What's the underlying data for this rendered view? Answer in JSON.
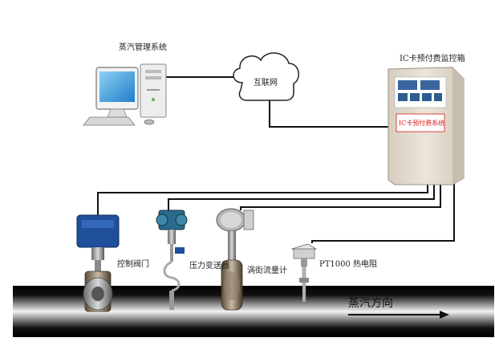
{
  "labels": {
    "steam_system": "蒸汽管理系统",
    "internet": "互联网",
    "ic_box_title": "IC卡预付费监控箱",
    "ic_panel_text": "IC卡预付费系统",
    "control_valve": "控制阀门",
    "pressure_transmitter": "压力变送器",
    "vortex_flowmeter": "涡街流量计",
    "pt1000": "PT1000 热电阻",
    "steam_direction": "蒸汽方向"
  },
  "icons": {
    "computer": "desktop-computer-icon",
    "cloud": "cloud-icon",
    "cabinet": "control-cabinet-icon",
    "valve": "electric-valve-icon",
    "transmitter": "pressure-transmitter-icon",
    "flowmeter": "vortex-flowmeter-icon",
    "thermo": "thermal-resistor-icon",
    "arrow": "arrow-right-icon"
  },
  "colors": {
    "cabinet": "#e4dcd0",
    "panel_label": "#d42020",
    "actuator": "#1f4e9a",
    "transmitter": "#2a6a8a",
    "pipe": "#111111",
    "wire": "#111111"
  }
}
